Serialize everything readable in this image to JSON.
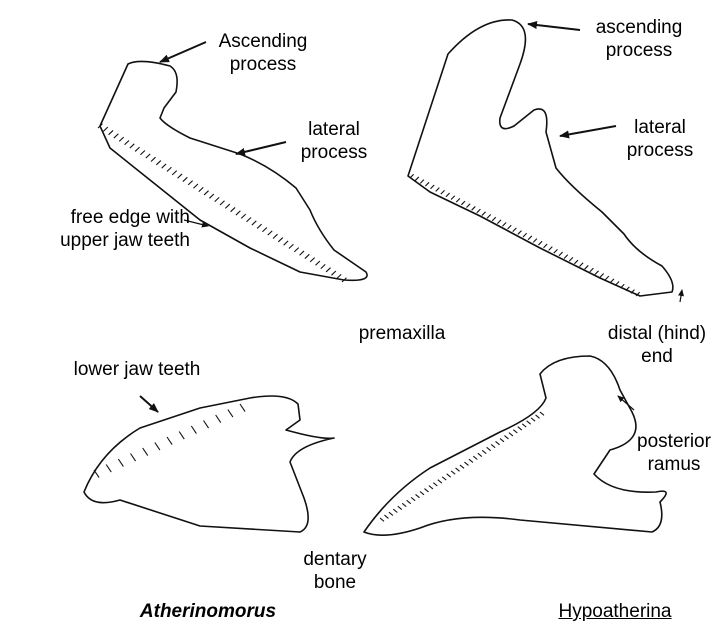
{
  "labels": {
    "ascending_process_left": [
      "Ascending",
      "process"
    ],
    "ascending_process_right": [
      "ascending",
      "process"
    ],
    "lateral_process_left": [
      "lateral",
      "process"
    ],
    "lateral_process_right": [
      "lateral",
      "process"
    ],
    "free_edge": [
      "free edge with",
      "upper jaw teeth"
    ],
    "premaxilla": "premaxilla",
    "distal_end": [
      "distal (hind)",
      "end"
    ],
    "lower_jaw_teeth": "lower jaw teeth",
    "posterior_ramus": [
      "posterior",
      "ramus"
    ],
    "dentary_bone": [
      "dentary",
      "bone"
    ]
  },
  "taxa": {
    "left": "Atherinomorus",
    "right": "Hypoatherina"
  }
}
